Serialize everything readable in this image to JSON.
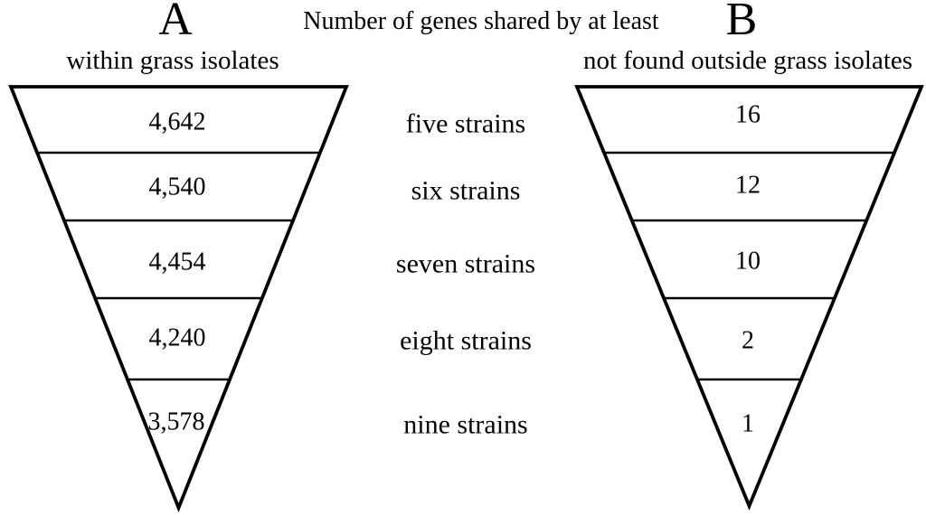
{
  "figure": {
    "title": "Number of genes shared by at least",
    "panel_a": {
      "label": "A",
      "subtitle": "within grass isolates",
      "values": [
        "4,642",
        "4,540",
        "4,454",
        "4,240",
        "3,578"
      ]
    },
    "panel_b": {
      "label": "B",
      "subtitle": "not found outside grass isolates",
      "values": [
        "16",
        "12",
        "10",
        "2",
        "1"
      ]
    },
    "row_labels": [
      "five strains",
      "six strains",
      "seven strains",
      "eight strains",
      "nine strains"
    ]
  },
  "colors": {
    "ink": "#000000",
    "background": "#ffffff"
  },
  "chart_data": [
    {
      "type": "funnel",
      "panel": "A",
      "title": "within grass isolates",
      "shared_caption": "Number of genes shared by at least",
      "categories": [
        "five strains",
        "six strains",
        "seven strains",
        "eight strains",
        "nine strains"
      ],
      "values": [
        4642,
        4540,
        4454,
        4240,
        3578
      ],
      "orientation": "inverted-triangle",
      "segments": 5
    },
    {
      "type": "funnel",
      "panel": "B",
      "title": "not found outside grass isolates",
      "shared_caption": "Number of genes shared by at least",
      "categories": [
        "five strains",
        "six strains",
        "seven strains",
        "eight strains",
        "nine strains"
      ],
      "values": [
        16,
        12,
        10,
        2,
        1
      ],
      "orientation": "inverted-triangle",
      "segments": 5
    }
  ]
}
